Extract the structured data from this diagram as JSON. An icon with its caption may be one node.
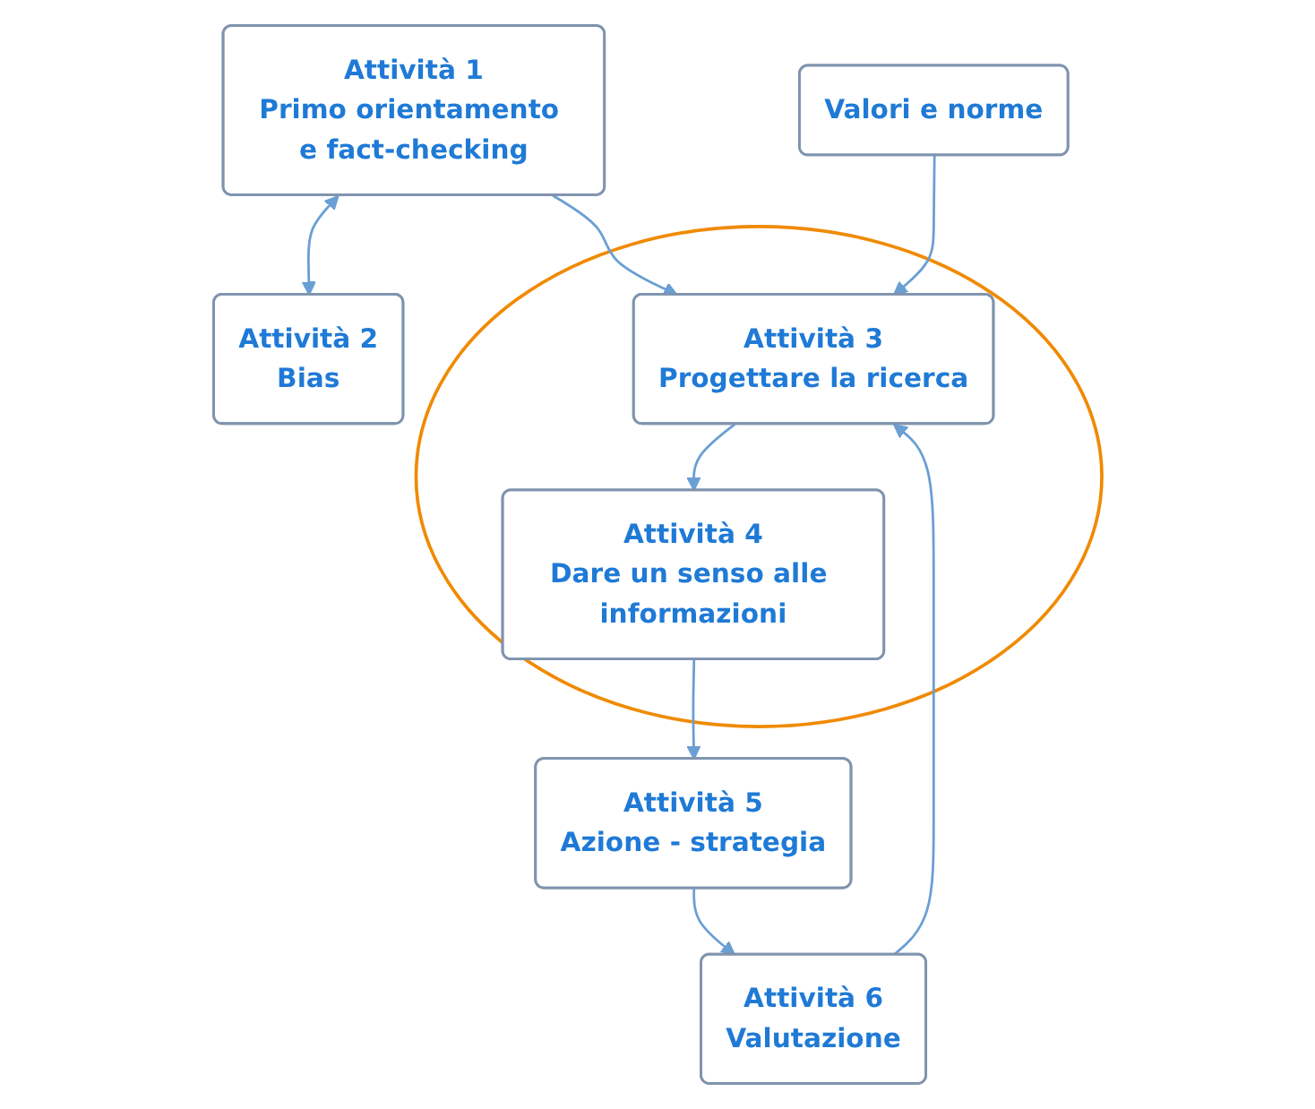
{
  "diagram": {
    "nodes": [
      {
        "text": [
          "Attività 1",
          "Primo orientamento e fact-checking"
        ]
      },
      {
        "text": [
          "Attività 2",
          "Bias"
        ]
      },
      {
        "text": [
          "Valori e norme"
        ]
      },
      {
        "text": [],
        "shape": "circle"
      },
      {
        "text": [
          "Attività 3",
          "Progettare la ricerca"
        ],
        "in": 3
      },
      {
        "text": [
          "Attività 4",
          "Dare un senso alle informazioni"
        ],
        "in": 3
      },
      {
        "text": [
          "Attività 5",
          "Azione - strategia"
        ]
      },
      {
        "text": [
          "Attività 6",
          "Valutazione"
        ]
      }
    ],
    "edges": [
      {
        "from": 0,
        "to": 1,
        "arrow": "both"
      },
      {
        "from": 0,
        "to": 4,
        "arrow": "to"
      },
      {
        "from": 2,
        "to": 4,
        "arrow": "to"
      },
      {
        "from": 4,
        "to": 5,
        "arrow": "to"
      },
      {
        "from": 5,
        "to": 6,
        "arrow": "to"
      },
      {
        "from": 6,
        "to": 7,
        "arrow": "to"
      },
      {
        "from": 7,
        "to": 4,
        "arrow": "to"
      }
    ]
  }
}
